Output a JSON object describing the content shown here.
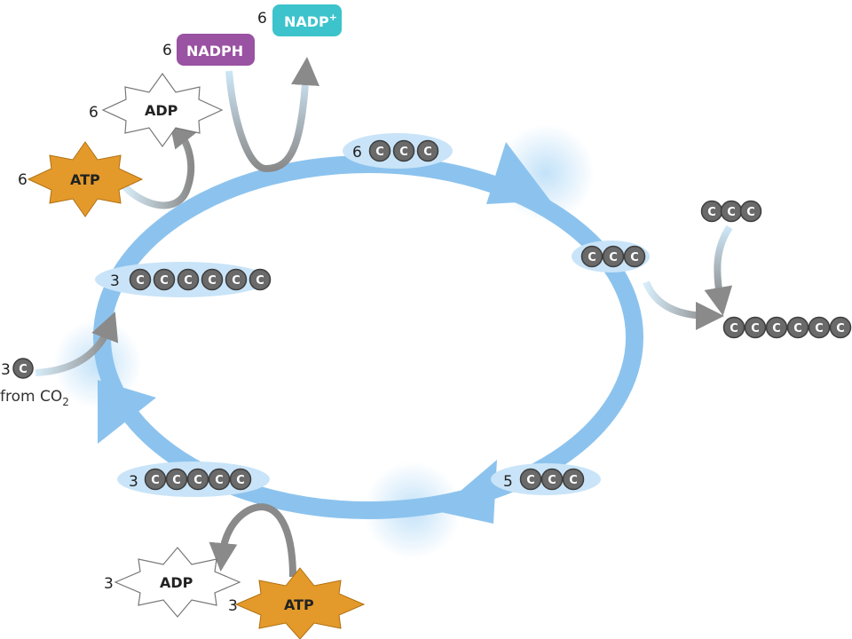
{
  "colors": {
    "cycle": "#8cc3ee",
    "atp": "#e49a2a",
    "nadph": "#9a52a2",
    "nadp": "#3cc3cc",
    "carbon": "#6a6a6a",
    "arrow_gray": "#8f8f8f"
  },
  "carbon_letter": "C",
  "top_inputs": {
    "nadp_coef": "6",
    "nadp_label": "NADP",
    "nadp_sup": "+",
    "nadph_coef": "6",
    "nadph_label": "NADPH",
    "adp_coef": "6",
    "adp_label": "ADP",
    "atp_coef": "6",
    "atp_label": "ATP"
  },
  "bottom_inputs": {
    "adp_coef": "3",
    "adp_label": "ADP",
    "atp_coef": "3",
    "atp_label": "ATP"
  },
  "co2_input": {
    "coef": "3",
    "from_text": "from CO",
    "subscript": "2"
  },
  "molecules": {
    "six_carbon": {
      "coef": "3",
      "carbons": 6
    },
    "three_carbon_top": {
      "coef": "6",
      "carbons": 3
    },
    "three_carbon_exit": {
      "coef": "",
      "carbons": 3
    },
    "five_carbon_right": {
      "coef": "5",
      "carbons": 3
    },
    "five_carbon_bottom": {
      "coef": "3",
      "carbons": 5
    },
    "output_three": {
      "carbons": 3
    },
    "output_six": {
      "carbons": 6
    }
  }
}
